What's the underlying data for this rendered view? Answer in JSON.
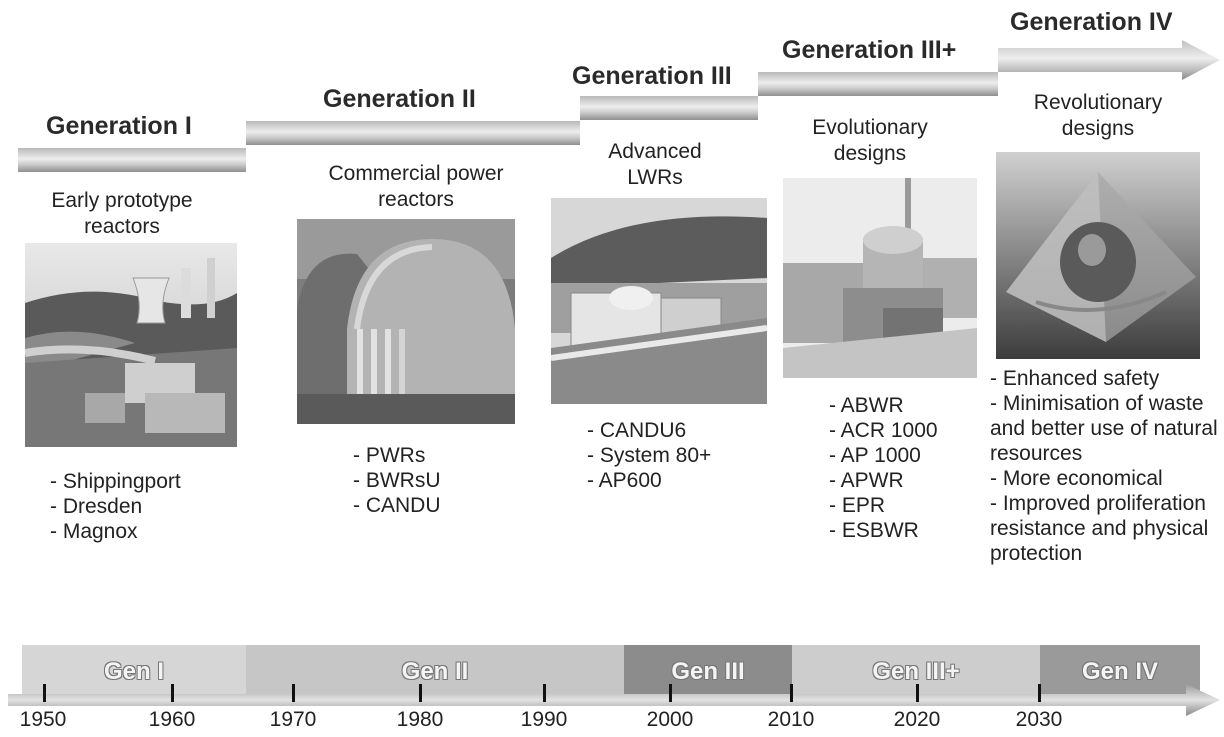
{
  "generations": [
    {
      "title": "Generation I",
      "subtitle": "Early prototype reactors",
      "items": [
        "- Shippingport",
        "- Dresden",
        "- Magnox"
      ],
      "band_label": "Gen I"
    },
    {
      "title": "Generation II",
      "subtitle": "Commercial power reactors",
      "items": [
        "- PWRs",
        "- BWRsU",
        "- CANDU"
      ],
      "band_label": "Gen II"
    },
    {
      "title": "Generation III",
      "subtitle": "Advanced LWRs",
      "items": [
        "- CANDU6",
        "- System 80+",
        "- AP600"
      ],
      "band_label": "Gen III"
    },
    {
      "title": "Generation III+",
      "subtitle": "Evolutionary designs",
      "items": [
        "- ABWR",
        "- ACR 1000",
        "- AP 1000",
        "- APWR",
        "- EPR",
        "- ESBWR"
      ],
      "band_label": "Gen III+"
    },
    {
      "title": "Generation IV",
      "subtitle": "Revolutionary designs",
      "items": [
        "- Enhanced safety",
        "- Minimisation of waste and better use of natural resources",
        "- More economical",
        "- Improved proliferation resistance and physical protection"
      ],
      "band_label": "Gen IV"
    }
  ],
  "timeline": {
    "years": [
      "1950",
      "1960",
      "1970",
      "1980",
      "1990",
      "2000",
      "2010",
      "2020",
      "2030"
    ]
  },
  "colors": {
    "band_gen1": "#d6d6d6",
    "band_gen2": "#c6c6c6",
    "band_gen3": "#8c8c8c",
    "band_gen3plus": "#cdcdcd",
    "band_gen4": "#9a9a9a"
  },
  "images": [
    {
      "icon": "prototype-reactor-photo"
    },
    {
      "icon": "containment-domes-photo"
    },
    {
      "icon": "advanced-lwr-plant-photo"
    },
    {
      "icon": "evolutionary-plant-render"
    },
    {
      "icon": "gen4-pyramid-render"
    }
  ]
}
